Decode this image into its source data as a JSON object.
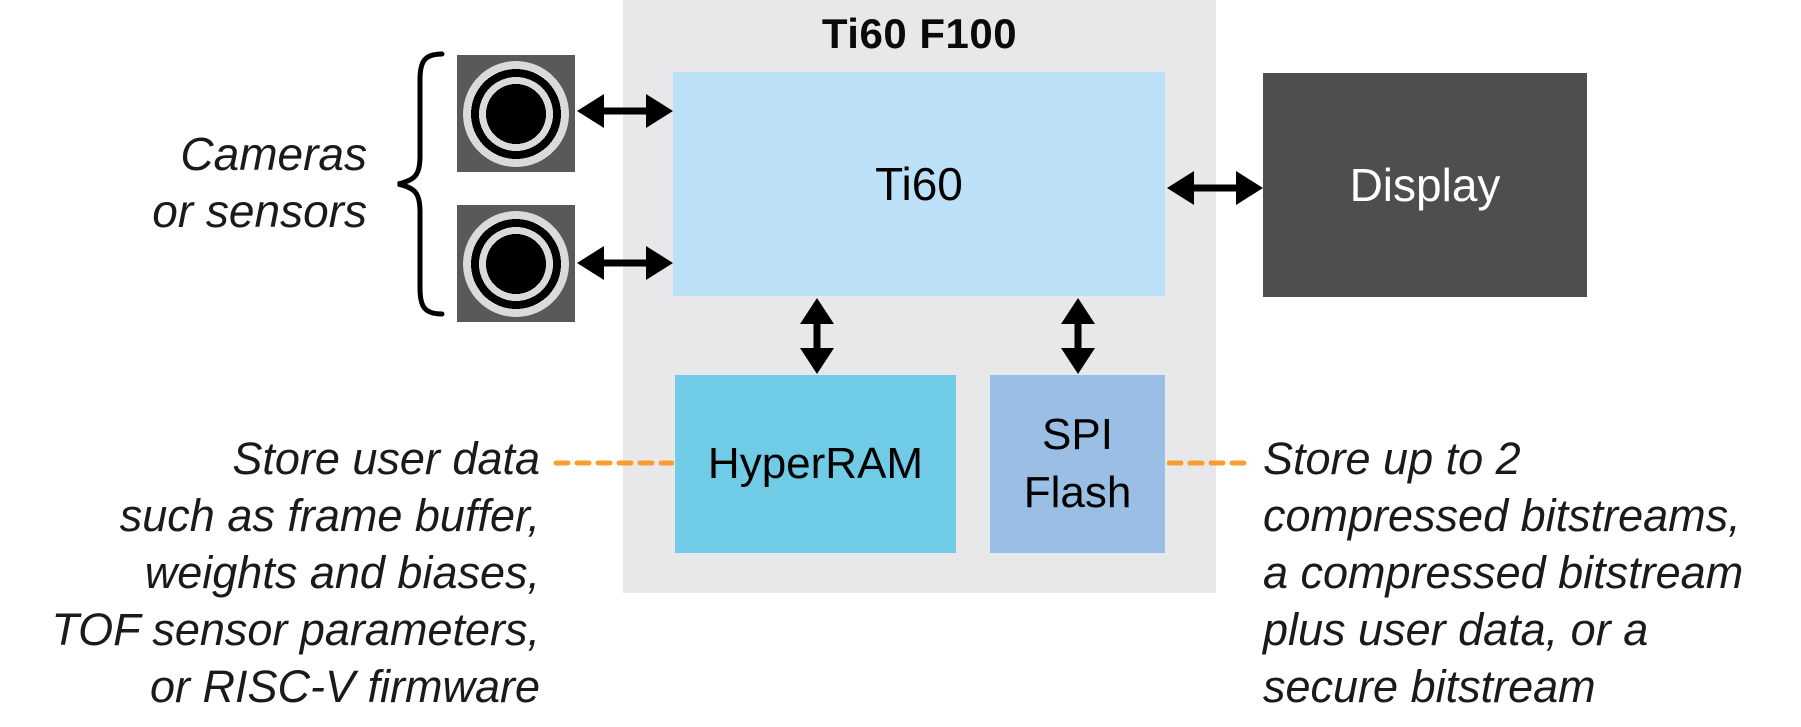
{
  "colors": {
    "container_bg": "#E8E8EA",
    "ti60_box": "#BCE0F8",
    "hyperram_box": "#70CBE6",
    "spi_flash_box": "#9BBFE4",
    "display_box": "#4D4E50",
    "camera_box": "#58595B",
    "lens_ring": "#D9DADB",
    "arrow": "#000000",
    "dashed_line": "#F79E2E",
    "annotation_text": "#1A1A1A",
    "label_text": "#0A0A0A"
  },
  "diagram": {
    "title": "Ti60 F100",
    "blocks": {
      "ti60": {
        "label": "Ti60"
      },
      "display": {
        "label": "Display"
      },
      "hyperram": {
        "label": "HyperRAM"
      },
      "spi_flash": {
        "lines": [
          "SPI",
          "Flash"
        ]
      }
    }
  },
  "annotations": {
    "cameras": {
      "lines": [
        "Cameras",
        "or sensors"
      ]
    },
    "hyperram_note": {
      "lines": [
        "Store user data",
        "such as frame buffer,",
        "weights and biases,",
        "TOF sensor parameters,",
        "or RISC-V firmware"
      ]
    },
    "spi_note": {
      "lines": [
        "Store up to 2",
        "compressed bitstreams,",
        "a compressed bitstream",
        "plus user data, or a",
        "secure bitstream"
      ]
    }
  },
  "icons": {
    "camera_lens": "concentric-circle-lens",
    "brace": "left-curly-brace",
    "horizontal_arrow": "double-headed-horizontal-arrow",
    "vertical_arrow": "double-headed-vertical-arrow"
  }
}
